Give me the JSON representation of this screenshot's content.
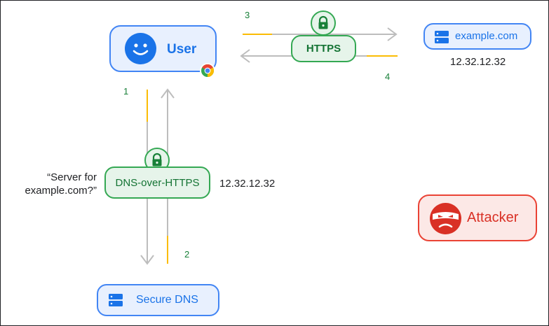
{
  "user": {
    "label": "User",
    "icon": "smiley-face-icon",
    "badge_icon": "chrome-icon"
  },
  "https_box": {
    "label": "HTTPS",
    "icon": "lock-icon"
  },
  "doh_box": {
    "label": "DNS-over-HTTPS",
    "icon": "lock-icon"
  },
  "website": {
    "label": "example.com",
    "icon": "server-icon",
    "ip": "12.32.12.32"
  },
  "secure_dns": {
    "label": "Secure DNS",
    "icon": "server-icon"
  },
  "attacker": {
    "label": "Attacker",
    "icon": "masked-attacker-icon"
  },
  "query": {
    "line1": "“Server for",
    "line2": "example.com?”"
  },
  "dns_answer": "12.32.12.32",
  "steps": {
    "s1": "1",
    "s2": "2",
    "s3": "3",
    "s4": "4"
  },
  "colors": {
    "blue": "#4285f4",
    "green": "#34a853",
    "red": "#ea4335",
    "yellow": "#fbbc04",
    "arrow": "#bdbdbd"
  }
}
